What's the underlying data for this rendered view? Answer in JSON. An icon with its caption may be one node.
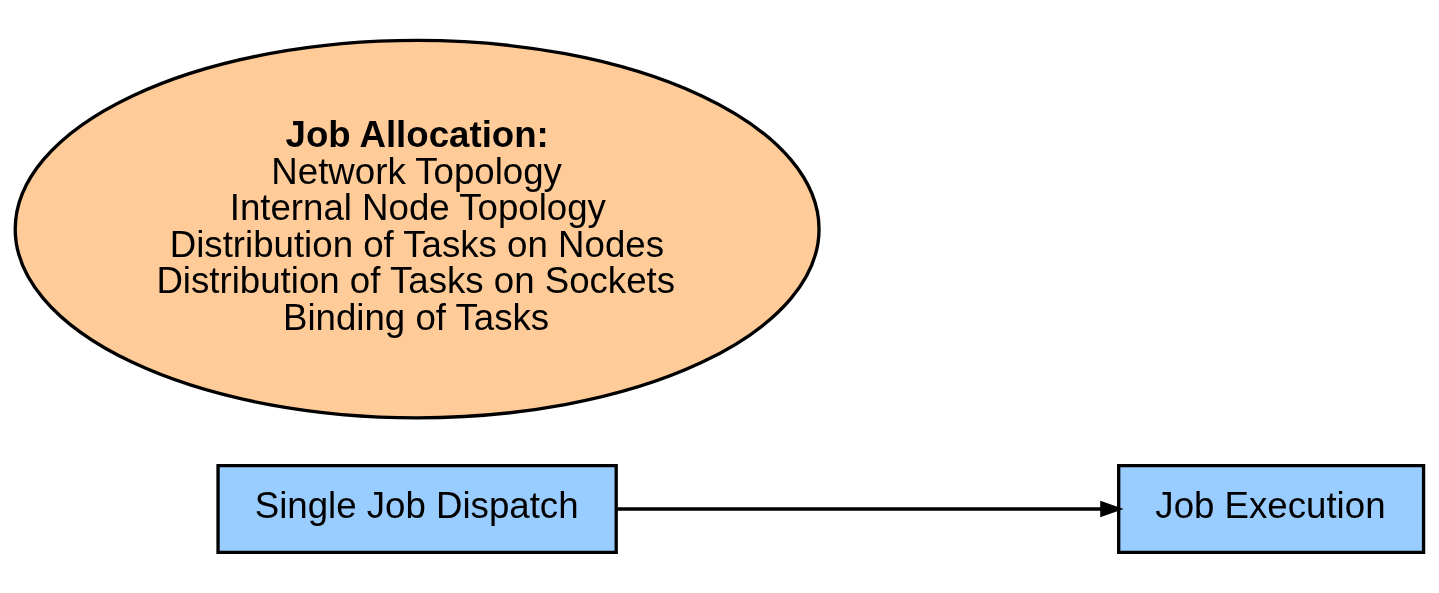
{
  "diagram": {
    "nodes": [
      {
        "text": [
          "Single Job Dispatch"
        ]
      },
      {
        "text": [
          "Job Execution"
        ]
      },
      {
        "text": [
          "Job Allocation:",
          "Network Topology",
          "Internal Node Topology",
          "Distribution of Tasks on Nodes",
          "Distribution of Tasks on Sockets",
          "Binding of Tasks"
        ]
      }
    ],
    "edges": [
      {
        "from": 0,
        "to": 1,
        "arrow": "to"
      }
    ]
  }
}
